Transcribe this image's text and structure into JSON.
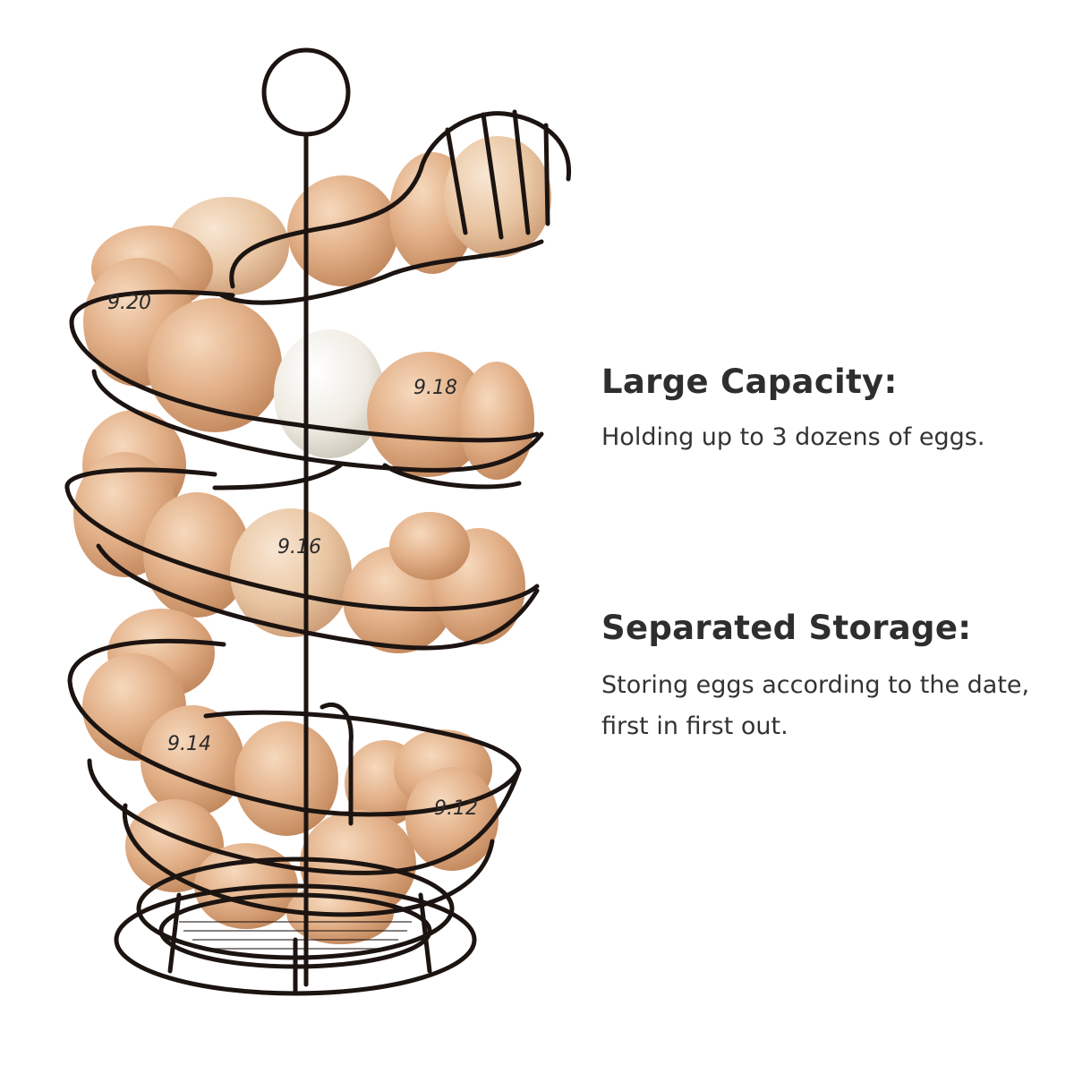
{
  "features": [
    {
      "heading": "Large Capacity:",
      "lines": [
        "Holding up to 3 dozens of eggs."
      ]
    },
    {
      "heading": "Separated Storage:",
      "lines": [
        "Storing eggs according to the date,",
        "first in first out."
      ]
    }
  ],
  "egg_dates": [
    "9.20",
    "9.18",
    "9.16",
    "9.14",
    "9.12"
  ],
  "colors": {
    "wire": "#1c1411",
    "egg_brown": "#e3b48d",
    "egg_shadow": "#c98e63",
    "egg_white": "#f1ede4",
    "text": "#2e2e2e"
  }
}
